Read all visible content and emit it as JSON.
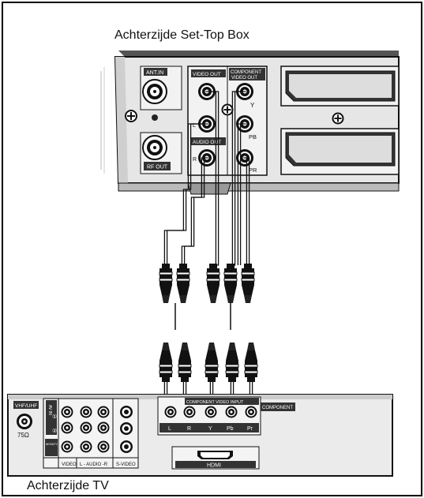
{
  "top_title": "Achterzijde Set-Top Box",
  "bottom_title": "Achterzijde TV",
  "stb": {
    "ant_in": "ANT.IN",
    "rf_out": "RF OUT",
    "video_out": "VIDEO OUT",
    "component_video_out_1": "COMPONENT",
    "component_video_out_2": "VIDEO OUT",
    "y": "Y",
    "pb": "PB",
    "pr": "PR",
    "audio_out": "AUDIO OUT",
    "l": "L",
    "r": "R"
  },
  "tv": {
    "vhf_uhf": "VHF/UHF",
    "ohm": "75Ω",
    "av_in": "AV IN",
    "monitor_out": "MONITOR OUT",
    "video": "VIDEO",
    "l_audio_r": "L - AUDIO -R",
    "s_video": "S-VIDEO",
    "component_video_input": "COMPONENT VIDEO INPUT",
    "component": "COMPONENT",
    "jack_l": "L",
    "jack_r": "R",
    "jack_y": "Y",
    "jack_pb": "Pb",
    "jack_pr": "Pr",
    "hdmi": "HDMI"
  },
  "colors": {
    "line": "#000000",
    "panel": "#e8e8e8",
    "label_bg": "#333333"
  }
}
